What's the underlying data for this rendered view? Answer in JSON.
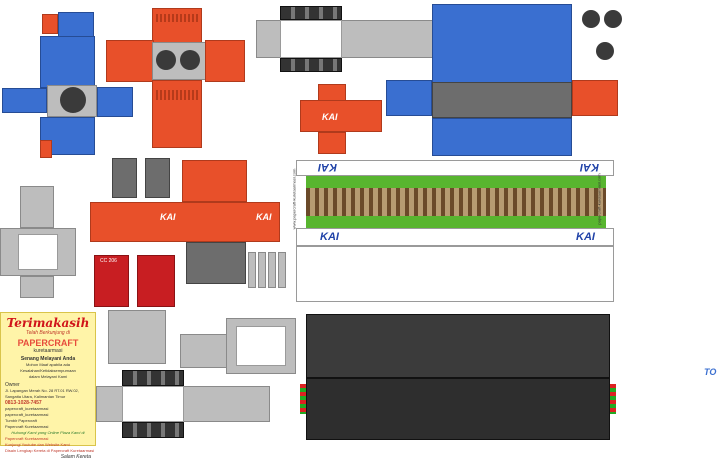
{
  "kai_logo": "KAI",
  "side_vertical_left": "www.papercraft-kuretaarmasi.com",
  "side_vertical_right": "papercraft-kuretaarmasi.com",
  "red_panel_label": "CC 206",
  "card": {
    "title": "Terimakasih",
    "subtitle": "Telah Berkunjung di",
    "brand": "PAPERCRAFT",
    "brand_sub": "kuretaarmasi",
    "line1": "Senang Melayani Anda",
    "line2": "Mohon Maaf apabila ada Kesalahan/Ketidaksempurnaan",
    "line3": "dalam Melayani Kami",
    "owner_label": "Owner",
    "address": "Jl. Lapangan Merah No. 28 RT.01 RW.02, Sangatta Utara, Kalimantan Timur",
    "phone": "0813-1028-7457",
    "social1": "papercraft_kuretaarmasi",
    "social2": "papercraft_kuretaarmasi",
    "social3": "Tumblr Papercraft",
    "social4": "Papercraft Kuretaarmasi",
    "footer_slogan": "Hubungi Kami yang Online Plaza Kami di",
    "bottom1": "Papercraft Kuretaarmasi",
    "bottom2": "Kunjungi Youtube dan Website Kami",
    "bottom3": "Disain Lengkap Kereta di Papercraft Kuretaarmasi",
    "signoff": "Salam Kereta"
  },
  "watermark": "TO",
  "colors": {
    "orange": "#e8502a",
    "blue": "#3a6fd0",
    "grey": "#bdbdbd",
    "dark": "#2a2a2a",
    "grass": "#58b52f"
  }
}
